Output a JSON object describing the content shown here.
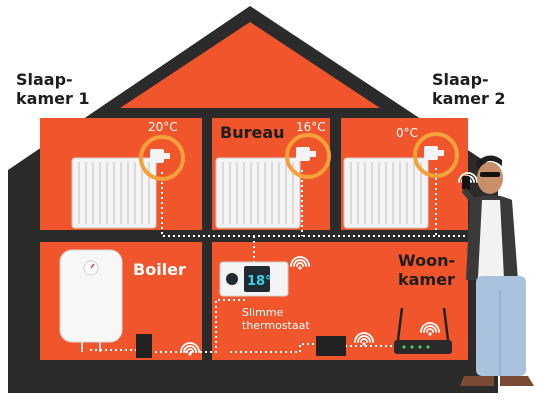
{
  "colors": {
    "house_frame": "#2b2b2b",
    "room_fill": "#f0552b",
    "wire": "#ffffff",
    "valve_ring": "#f5a03a",
    "radiator": "#f4f4f4",
    "thermostat_screen": "#1f2a33",
    "thermostat_digits": "#36d2e6"
  },
  "labels": {
    "slaapkamer1": [
      "Slaap-",
      "kamer 1"
    ],
    "slaapkamer2": [
      "Slaap-",
      "kamer 2"
    ],
    "bureau": "Bureau",
    "boiler": "Boiler",
    "woonkamer": [
      "Woon-",
      "kamer"
    ],
    "thermostaat": [
      "Slimme",
      "thermostaat"
    ]
  },
  "temperatures": {
    "slaapkamer1": "20°C",
    "bureau": "16°C",
    "slaapkamer2": "0°C"
  },
  "thermostat_display": "18°",
  "icons": [
    "wifi-icon",
    "radiator-icon",
    "thermostatic-valve-icon",
    "boiler-tank-icon",
    "router-icon",
    "gateway-box-icon",
    "smart-thermostat-icon",
    "person-icon"
  ]
}
